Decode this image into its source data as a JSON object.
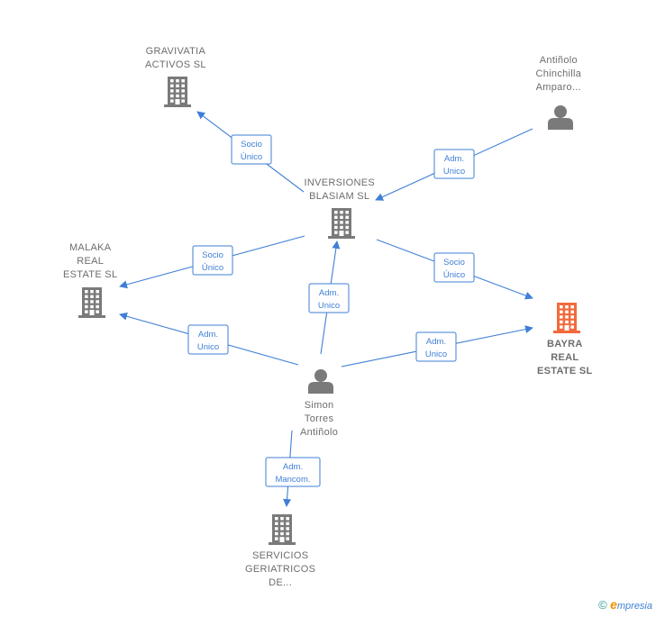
{
  "colors": {
    "edge": "#3f7fd6",
    "company": "#7a7a7a",
    "focus_company": "#f26a3c",
    "person": "#7a7a7a"
  },
  "nodes": [
    {
      "id": "gravivatia",
      "type": "company",
      "icon": "building-icon",
      "lines": [
        "GRAVIVATIA",
        "ACTIVOS  SL"
      ]
    },
    {
      "id": "antinolo",
      "type": "person",
      "icon": "person-icon",
      "lines": [
        "Antiñolo",
        "Chinchilla",
        "Amparo..."
      ]
    },
    {
      "id": "inversiones",
      "type": "company",
      "icon": "building-icon",
      "lines": [
        "INVERSIONES",
        "BLASIAM SL"
      ]
    },
    {
      "id": "malaka",
      "type": "company",
      "icon": "building-icon",
      "lines": [
        "MALAKA",
        "REAL",
        "ESTATE  SL"
      ]
    },
    {
      "id": "bayra",
      "type": "company",
      "focus": true,
      "icon": "building-icon",
      "lines": [
        "BAYRA",
        "REAL",
        "ESTATE  SL"
      ]
    },
    {
      "id": "simon",
      "type": "person",
      "icon": "person-icon",
      "lines": [
        "Simon",
        "Torres",
        "Antiñolo"
      ]
    },
    {
      "id": "servicios",
      "type": "company",
      "icon": "building-icon",
      "lines": [
        "SERVICIOS",
        "GERIATRICOS",
        "DE..."
      ]
    }
  ],
  "edges": [
    {
      "from": "inversiones",
      "to": "gravivatia",
      "label": [
        "Socio",
        "Único"
      ]
    },
    {
      "from": "antinolo",
      "to": "inversiones",
      "label": [
        "Adm.",
        "Unico"
      ]
    },
    {
      "from": "inversiones",
      "to": "malaka",
      "label": [
        "Socio",
        "Único"
      ]
    },
    {
      "from": "inversiones",
      "to": "bayra",
      "label": [
        "Socio",
        "Único"
      ]
    },
    {
      "from": "simon",
      "to": "inversiones",
      "label": [
        "Adm.",
        "Unico"
      ]
    },
    {
      "from": "simon",
      "to": "malaka",
      "label": [
        "Adm.",
        "Unico"
      ]
    },
    {
      "from": "simon",
      "to": "bayra",
      "label": [
        "Adm.",
        "Unico"
      ]
    },
    {
      "from": "simon",
      "to": "servicios",
      "label": [
        "Adm.",
        "Mancom."
      ]
    }
  ],
  "footer": {
    "copyright": "©",
    "brand_initial": "e",
    "brand_rest": "mpresia"
  }
}
